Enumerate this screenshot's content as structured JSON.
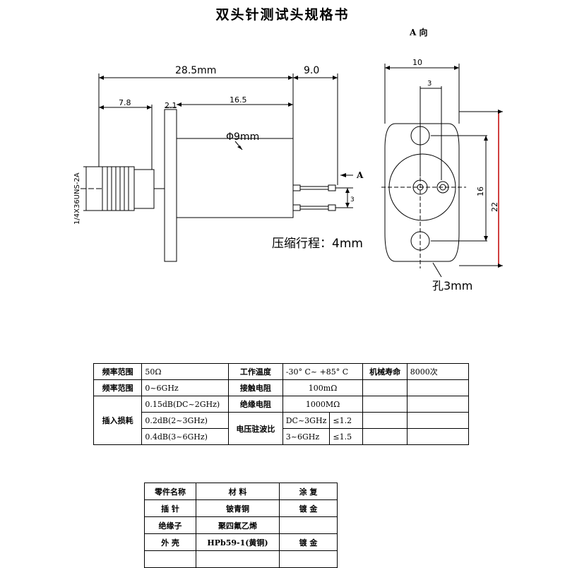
{
  "title": "双头针测试头规格书",
  "view_label": "A 向",
  "dimensions": {
    "overall_length": "28.5mm",
    "pin_extension": "9.0",
    "thread_length": "7.8",
    "flange_thickness": "2.1",
    "body_length": "16.5",
    "body_diameter": "Φ9mm",
    "thread_spec": "1/4X36UNS-2A",
    "arrow_label": "A",
    "pin_spacing": "3",
    "stroke": "压缩行程：4mm",
    "end_width": "10",
    "end_pin_offset": "3",
    "hole_spacing": "16",
    "end_height": "22",
    "hole": "孔3mm"
  },
  "spec_table": {
    "rows": [
      [
        "频率范围",
        "50Ω",
        "工作温度",
        "-30° C~ +85° C",
        "机械寿命",
        "8000次"
      ],
      [
        "频率范围",
        "0~6GHz",
        "接触电阻",
        "100mΩ"
      ],
      [
        "插入损耗",
        "0.15dB(DC~2GHz)",
        "绝缘电阻",
        "1000MΩ"
      ],
      [
        "0.2dB(2~3GHz)",
        "电压驻波比",
        "DC~3GHz",
        "≤1.2"
      ],
      [
        "0.4dB(3~6GHz)",
        "3~6GHz",
        "≤1.5"
      ]
    ]
  },
  "material_table": {
    "header": [
      "零件名称",
      "材 料",
      "涂 复"
    ],
    "rows": [
      [
        "插 针",
        "铍青铜",
        "镀 金"
      ],
      [
        "绝缘子",
        "聚四氟乙烯",
        ""
      ],
      [
        "外 壳",
        "HPb59-1(黄铜)",
        "镀 金"
      ]
    ]
  },
  "colors": {
    "line": "#000000",
    "height_dimension": "#c00000"
  }
}
